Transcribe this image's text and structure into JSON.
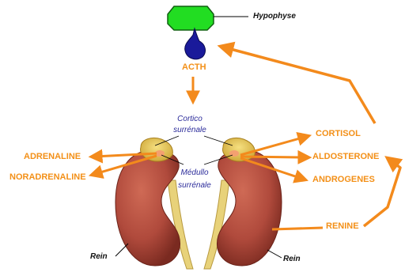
{
  "labels": {
    "hypophyse": "Hypophyse",
    "acth": "ACTH",
    "cortico_line1": "Cortico",
    "cortico_line2": "surrénale",
    "medullo_line1": "Médullo",
    "medullo_line2": "surrénale",
    "cortisol": "CORTISOL",
    "aldosterone": "ALDOSTERONE",
    "androgenes": "ANDROGENES",
    "renine": "RENINE",
    "adrenaline": "ADRENALINE",
    "noradrenaline": "NORADRENALINE",
    "rein_left": "Rein",
    "rein_right": "Rein"
  },
  "colors": {
    "arrow": "#f38a1c",
    "hormone_text": "#f39018",
    "gland_text": "#2b2b9a",
    "pituitary_green": "#22dd22",
    "pituitary_blue": "#1a1a9a",
    "kidney": "#b04a3c",
    "kidney_shadow": "#7a2a20",
    "adrenal": "#e8c84a",
    "ureter": "#e8d27a"
  }
}
